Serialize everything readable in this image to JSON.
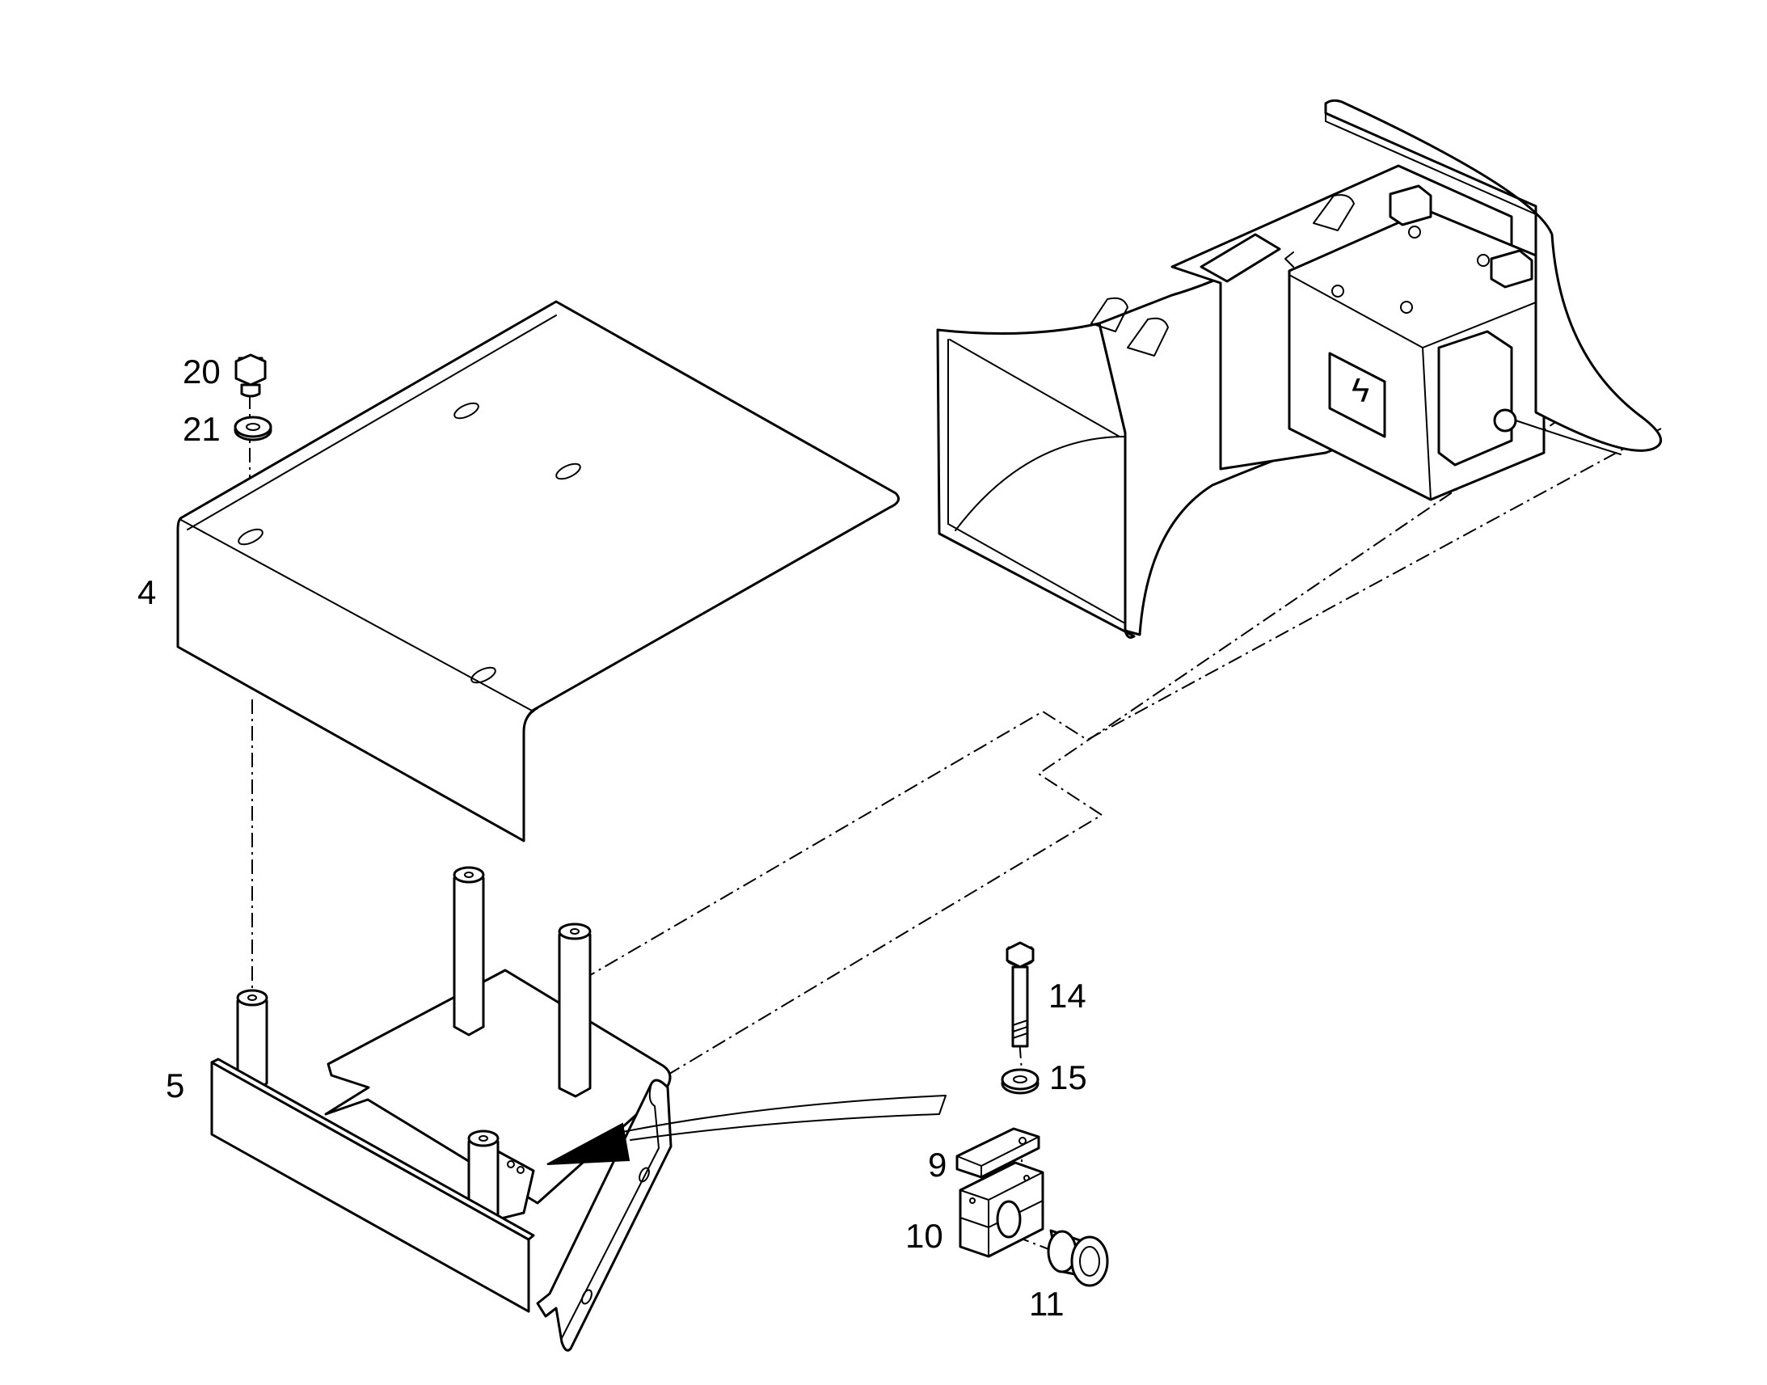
{
  "callouts": {
    "c4": "4",
    "c5": "5",
    "c9": "9",
    "c10": "10",
    "c11": "11",
    "c14": "14",
    "c15": "15",
    "c20": "20",
    "c21": "21"
  },
  "symbols": {
    "hazard": "ϟ"
  }
}
